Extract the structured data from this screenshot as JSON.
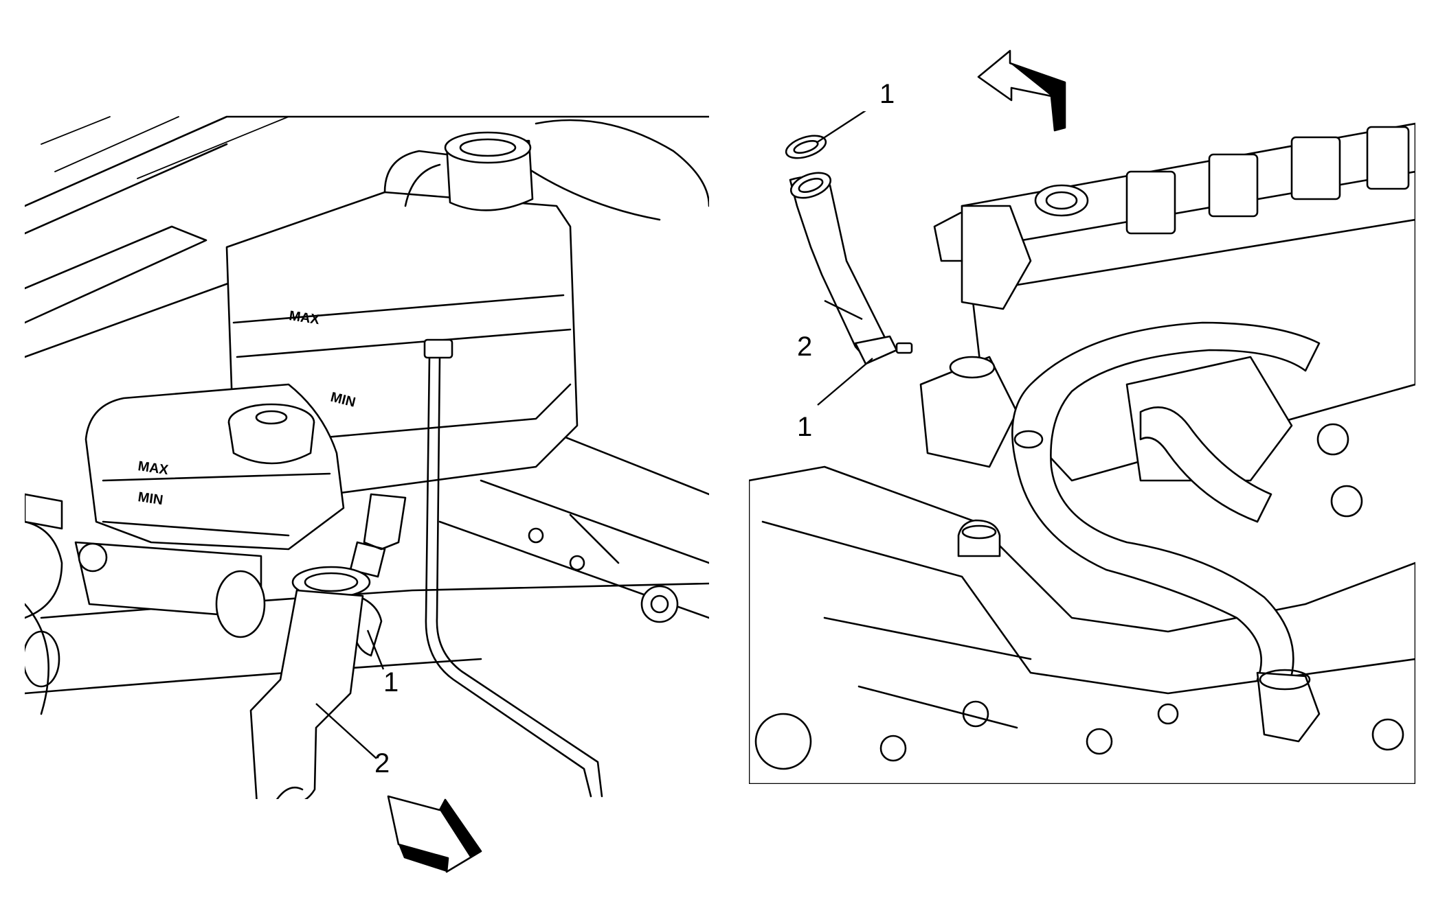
{
  "left_view": {
    "callouts": [
      {
        "id": "left-callout-1",
        "label": "1"
      },
      {
        "id": "left-callout-2",
        "label": "2"
      }
    ],
    "reservoir_marks": {
      "max": "MAX",
      "min": "MIN"
    },
    "brake_reservoir_marks": {
      "max": "MAX",
      "min": "MIN"
    }
  },
  "right_view": {
    "callouts": [
      {
        "id": "right-callout-1-top",
        "label": "1"
      },
      {
        "id": "right-callout-2",
        "label": "2"
      },
      {
        "id": "right-callout-1-bottom",
        "label": "1"
      }
    ]
  },
  "colors": {
    "line": "#000000",
    "background": "#ffffff"
  }
}
